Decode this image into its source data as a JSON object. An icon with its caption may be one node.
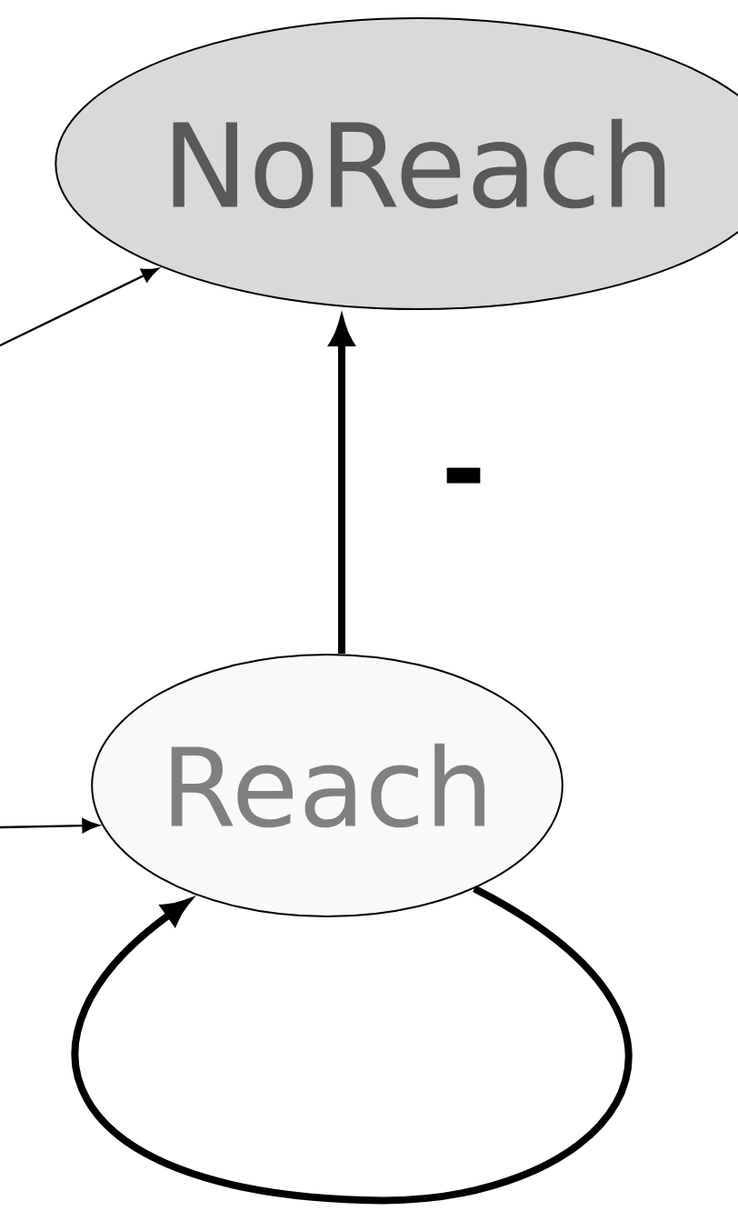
{
  "diagram": {
    "nodes": [
      {
        "text": [
          "NoReach"
        ]
      },
      {
        "text": [
          "Reach"
        ]
      }
    ],
    "edges": [
      {
        "from": null,
        "to": 0,
        "arrow": "to"
      },
      {
        "from": 1,
        "to": 0,
        "arrow": "to",
        "label": "-",
        "style": "thick"
      },
      {
        "from": null,
        "to": 1,
        "arrow": "to"
      },
      {
        "from": 1,
        "to": 1,
        "arrow": "to",
        "style": "thick"
      }
    ]
  }
}
